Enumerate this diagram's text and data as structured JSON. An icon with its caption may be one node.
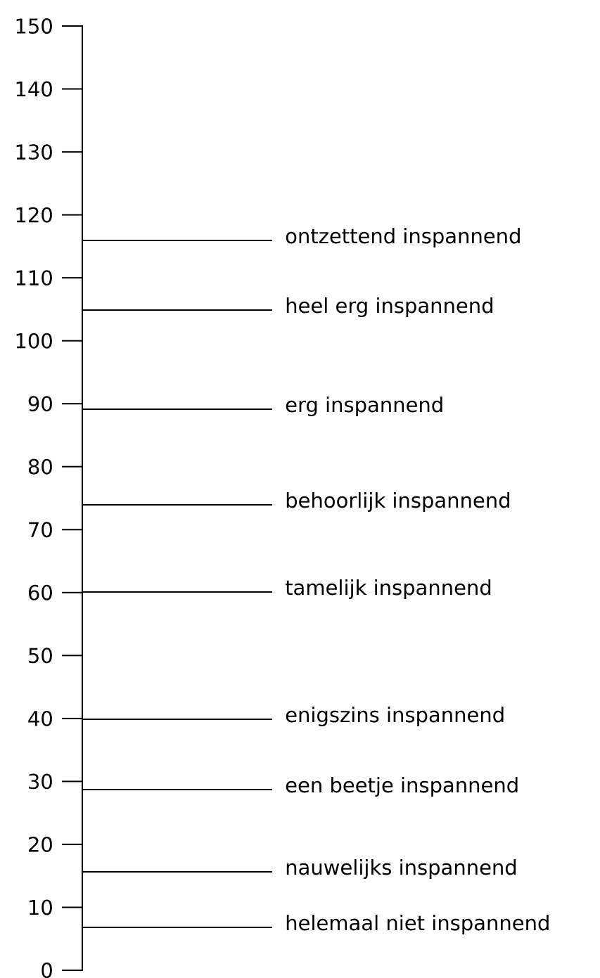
{
  "diagram": {
    "nodes": [
      {
        "text": [
          "ontzettend inspannend"
        ]
      },
      {
        "text": [
          "heel erg inspannend"
        ]
      },
      {
        "text": [
          "erg inspannend"
        ]
      },
      {
        "text": [
          "behoorlijk inspannend"
        ]
      },
      {
        "text": [
          "tamelijk inspannend"
        ]
      },
      {
        "text": [
          "enigszins inspannend"
        ]
      },
      {
        "text": [
          "een beetje inspannend"
        ]
      },
      {
        "text": [
          "nauwelijks inspannend"
        ]
      },
      {
        "text": [
          "helemaal niet inspannend"
        ]
      }
    ],
    "edges": [
      {
        "from": 0,
        "to": null,
        "arrow": "none"
      },
      {
        "from": 1,
        "to": null,
        "arrow": "none"
      },
      {
        "from": 2,
        "to": null,
        "arrow": "none"
      },
      {
        "from": 3,
        "to": null,
        "arrow": "none"
      },
      {
        "from": 4,
        "to": null,
        "arrow": "none"
      },
      {
        "from": 5,
        "to": null,
        "arrow": "none"
      },
      {
        "from": 6,
        "to": null,
        "arrow": "none"
      },
      {
        "from": 7,
        "to": null,
        "arrow": "none"
      },
      {
        "from": 8,
        "to": null,
        "arrow": "none"
      }
    ],
    "labels": [
      "150",
      "140",
      "130",
      "120",
      "110",
      "100",
      "90",
      "80",
      "70",
      "60",
      "50",
      "40",
      "30",
      "20",
      "10",
      "0"
    ]
  }
}
